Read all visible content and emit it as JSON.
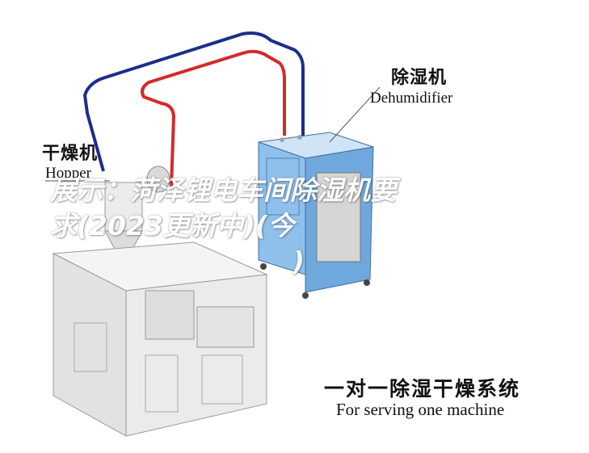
{
  "labels": {
    "dehumidifier_cn": "除湿机",
    "dehumidifier_en": "Dehumidifier",
    "hopper_cn": "干燥机",
    "hopper_en": "Hopper",
    "system_cn": "一对一除湿干燥系统",
    "system_en": "For serving one machine"
  },
  "overlay": {
    "title_line1": "展示：菏泽锂电车间除湿机要",
    "title_line2": "求(2023更新中)(今",
    "title_line3": ")"
  },
  "colors": {
    "pipe_blue": "#1d2d8a",
    "pipe_red": "#d42a2a",
    "unit_blue": "#7fb4e6",
    "machine_gray": "#e7e7e7"
  }
}
